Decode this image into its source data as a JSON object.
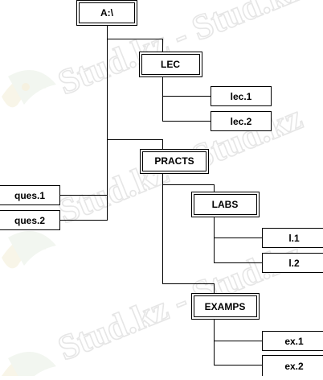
{
  "watermark": {
    "text": "Stud.kz - Stud.kz"
  },
  "tree": {
    "root": "A:\\",
    "lec": "LEC",
    "lec1": "lec.1",
    "lec2": "lec.2",
    "practs": "PRACTS",
    "ques1": "ques.1",
    "ques2": "ques.2",
    "labs": "LABS",
    "l1": "l.1",
    "l2": "l.2",
    "examps": "EXAMPS",
    "ex1": "ex.1",
    "ex2": "ex.2"
  }
}
